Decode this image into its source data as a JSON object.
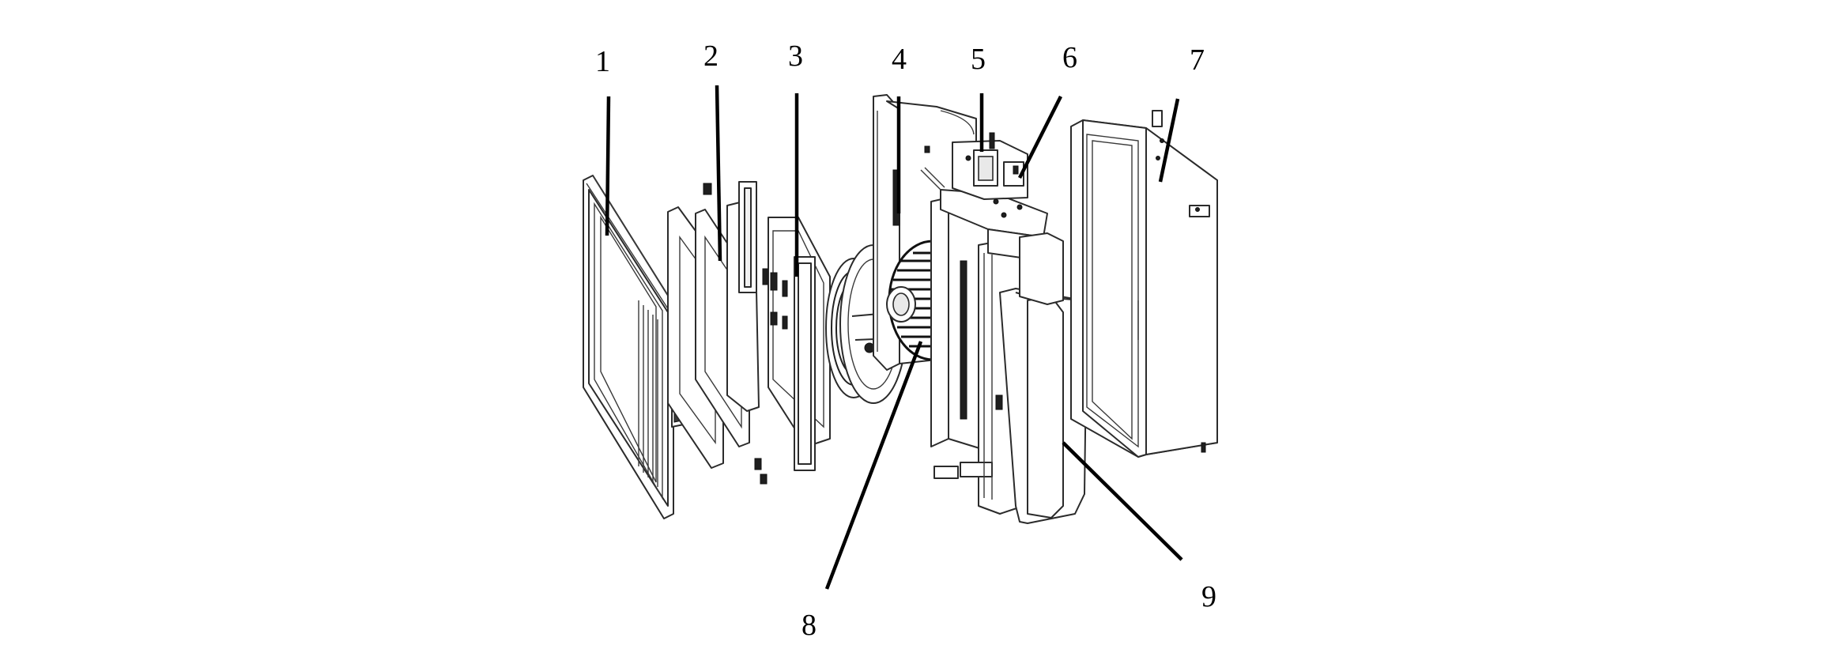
{
  "diagram": {
    "type": "exploded-assembly",
    "callouts": [
      {
        "id": "1",
        "text": "1"
      },
      {
        "id": "2",
        "text": "2"
      },
      {
        "id": "3",
        "text": "3"
      },
      {
        "id": "4",
        "text": "4"
      },
      {
        "id": "5",
        "text": "5"
      },
      {
        "id": "6",
        "text": "6"
      },
      {
        "id": "7",
        "text": "7"
      },
      {
        "id": "8",
        "text": "8"
      },
      {
        "id": "9",
        "text": "9"
      }
    ]
  }
}
